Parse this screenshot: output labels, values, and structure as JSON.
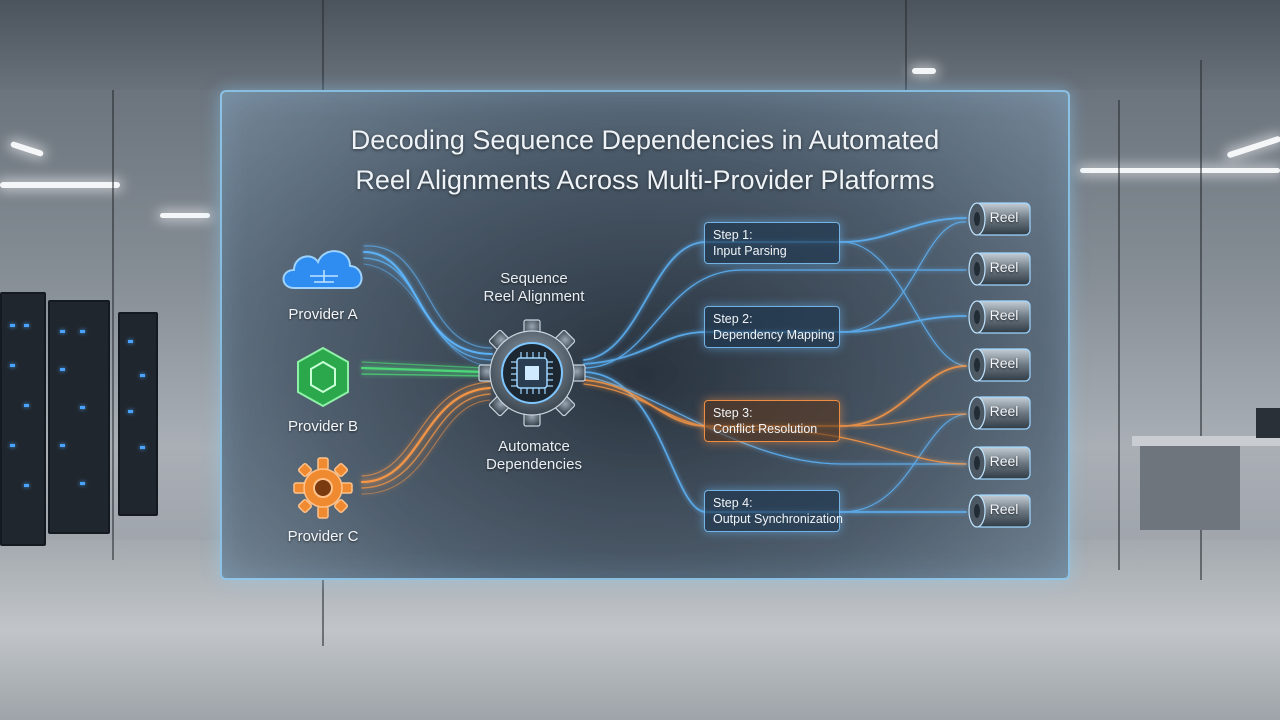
{
  "title": {
    "line1": "Decoding Sequence Dependencies in Automated",
    "line2": "Reel Alignments Across Multi-Provider Platforms"
  },
  "providers": [
    {
      "label": "Provider A",
      "icon": "cloud-icon",
      "color": "#2f8cf0"
    },
    {
      "label": "Provider B",
      "icon": "hexagon-icon",
      "color": "#3fcf63"
    },
    {
      "label": "Provider C",
      "icon": "cog-icon",
      "color": "#f08a30"
    }
  ],
  "hub": {
    "top_label": [
      "Sequence",
      "Reel Alignment"
    ],
    "bottom_label": [
      "Automatce",
      "Dependencies"
    ],
    "icon": "chip-gear-icon"
  },
  "steps": [
    {
      "num": "Step 1:",
      "name": "Input Parsing",
      "accent": "blue"
    },
    {
      "num": "Step 2:",
      "name": "Dependency Mapping",
      "accent": "blue"
    },
    {
      "num": "Step 3:",
      "name": "Conflict Resolution",
      "accent": "orange"
    },
    {
      "num": "Step 4:",
      "name": "Output Synchronization",
      "accent": "blue"
    }
  ],
  "reels": [
    "Reel",
    "Reel",
    "Reel",
    "Reel",
    "Reel",
    "Reel",
    "Reel"
  ],
  "colors": {
    "blue_flow": "#5fb8ff",
    "orange_flow": "#ff9a45",
    "green_flow": "#4ee07a",
    "panel_border": "#96d7ff"
  }
}
